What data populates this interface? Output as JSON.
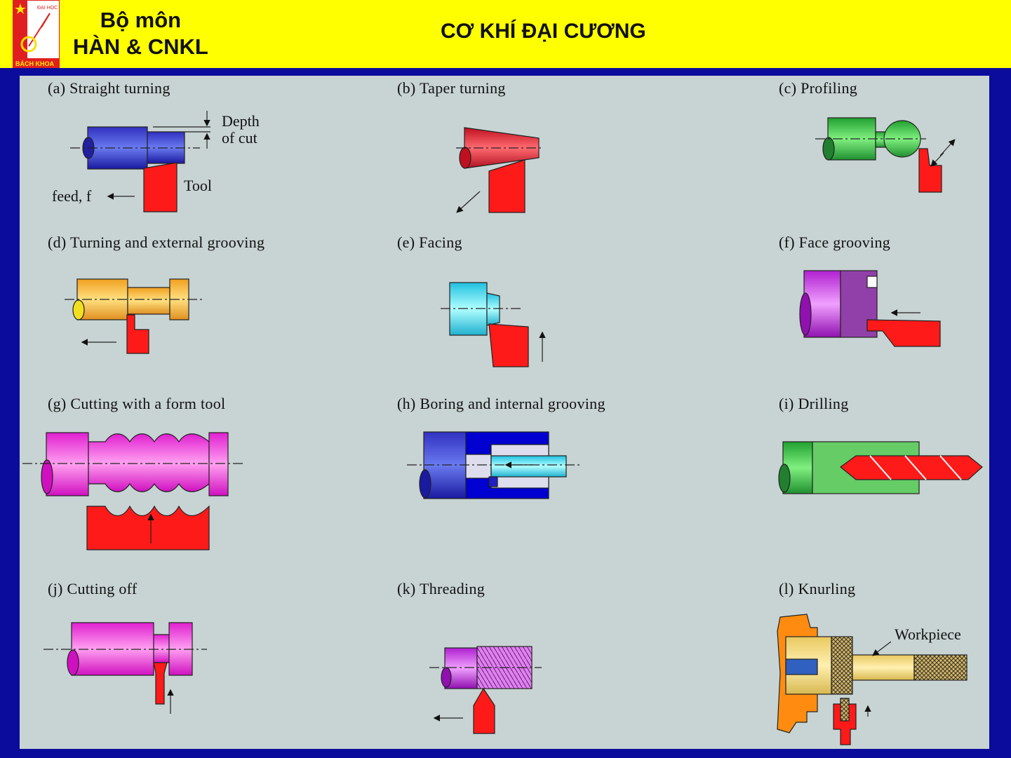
{
  "header": {
    "logo_top_text": "ĐẠI HỌC",
    "logo_bottom_text": "BÁCH KHOA",
    "department_line1": "Bộ môn",
    "department_line2": "HÀN & CNKL",
    "title": "CƠ KHÍ ĐẠI CƯƠNG"
  },
  "colors": {
    "header_bg": "#ffff00",
    "frame": "#0c0c9c",
    "panel": "#c8d3d3",
    "tool": "#ff1a1a"
  },
  "operations": [
    {
      "label": "(a) Straight turning"
    },
    {
      "label": "(b) Taper turning"
    },
    {
      "label": "(c) Profiling"
    },
    {
      "label": "(d) Turning and external grooving"
    },
    {
      "label": "(e) Facing"
    },
    {
      "label": "(f) Face grooving"
    },
    {
      "label": "(g) Cutting with a form tool"
    },
    {
      "label": "(h) Boring and internal grooving"
    },
    {
      "label": "(i) Drilling"
    },
    {
      "label": "(j) Cutting off"
    },
    {
      "label": "(k) Threading"
    },
    {
      "label": "(l) Knurling"
    }
  ],
  "annotations": {
    "depth_line1": "Depth",
    "depth_line2": "of cut",
    "tool": "Tool",
    "feed": "feed, f",
    "workpiece": "Workpiece"
  }
}
